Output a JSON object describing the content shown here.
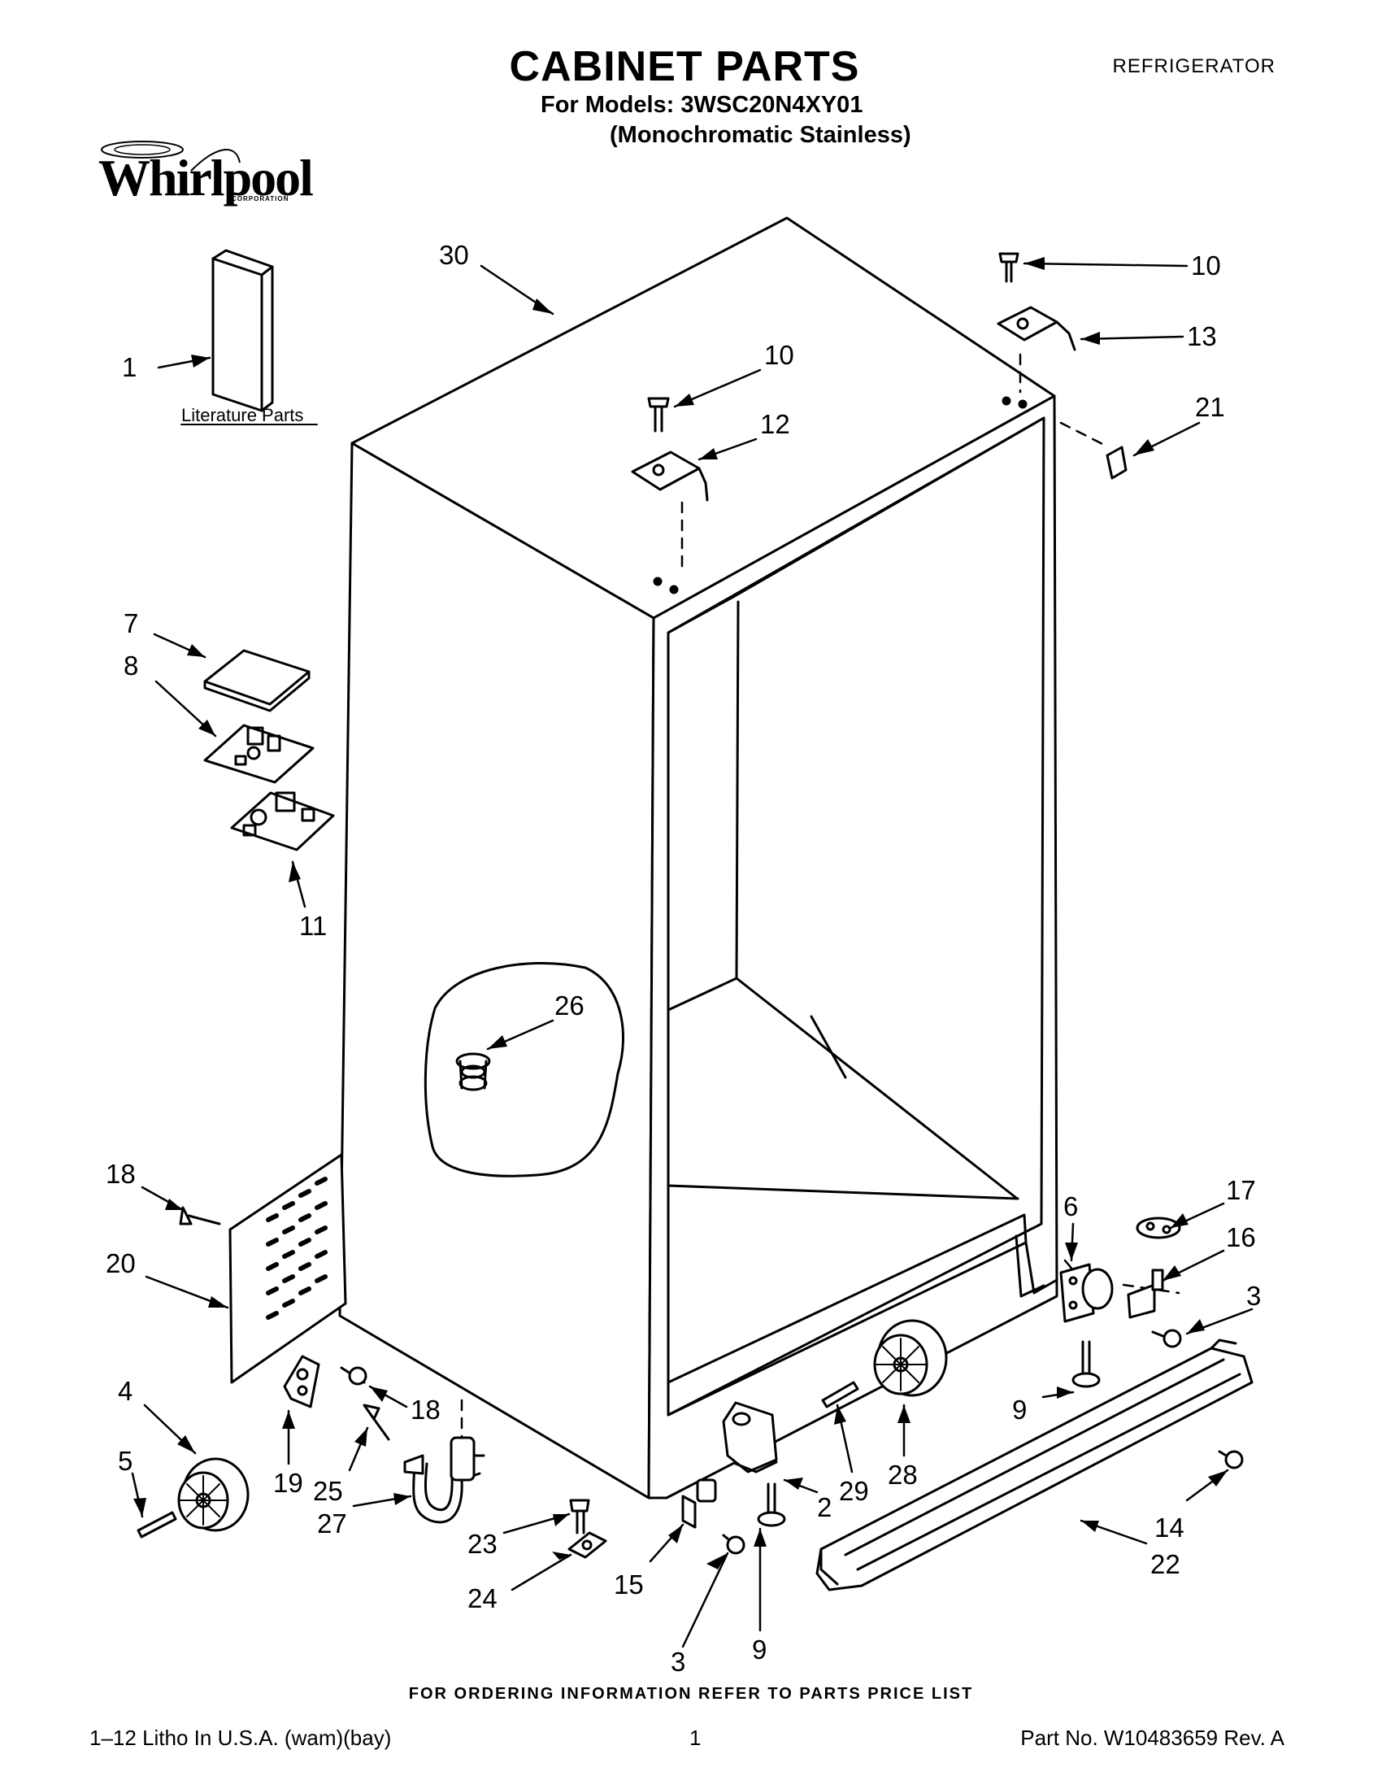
{
  "header": {
    "title": "CABINET PARTS",
    "document_type": "REFRIGERATOR",
    "models_line": "For Models: 3WSC20N4XY01",
    "variant_line": "(Monochromatic Stainless)"
  },
  "brand": {
    "name": "Whirlpool",
    "sub": "CORPORATION"
  },
  "literature_caption": "Literature Parts",
  "callouts": [
    "30",
    "10",
    "13",
    "21",
    "1",
    "10",
    "12",
    "7",
    "8",
    "11",
    "26",
    "18",
    "20",
    "6",
    "17",
    "16",
    "3",
    "4",
    "5",
    "19",
    "18",
    "25",
    "27",
    "23",
    "24",
    "15",
    "3",
    "9",
    "2",
    "29",
    "28",
    "9",
    "14",
    "22"
  ],
  "footer": {
    "ordering_note": "FOR ORDERING INFORMATION REFER TO PARTS PRICE LIST",
    "litho": "1–12 Litho In U.S.A. (wam)(bay)",
    "page": "1",
    "part_no": "Part No. W10483659 Rev. A"
  }
}
